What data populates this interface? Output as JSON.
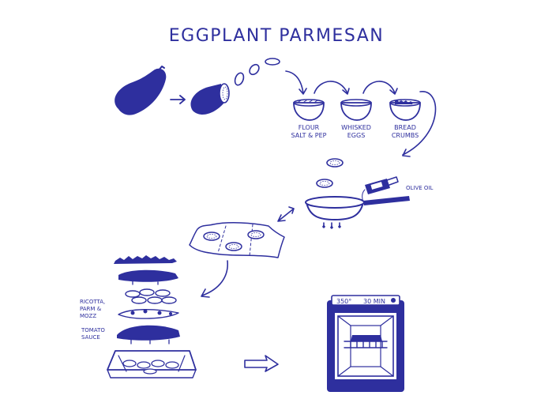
{
  "title": "EGGPLANT PARMESAN",
  "ink_color": "#2e2f9e",
  "background": "#ffffff",
  "steps": {
    "bowl_1": {
      "line1": "FLOUR",
      "line2": "SALT & PEP"
    },
    "bowl_2": {
      "line1": "WHISKED",
      "line2": "EGGS"
    },
    "bowl_3": {
      "line1": "BREAD",
      "line2": "CRUMBS"
    },
    "oil": "OLIVE OIL",
    "layer_cheese": {
      "line1": "RICOTTA,",
      "line2": "PARM &",
      "line3": "MOZZ"
    },
    "layer_sauce": {
      "line1": "TOMATO",
      "line2": "SAUCE"
    },
    "oven": {
      "temperature": "350°",
      "time": "30 MIN"
    }
  },
  "icons": [
    "eggplant-icon",
    "sliced-eggplant-icon",
    "bowl-icon",
    "frying-pan-icon",
    "olive-oil-bottle-icon",
    "paper-towel-icon",
    "baking-dish-icon",
    "oven-icon"
  ]
}
